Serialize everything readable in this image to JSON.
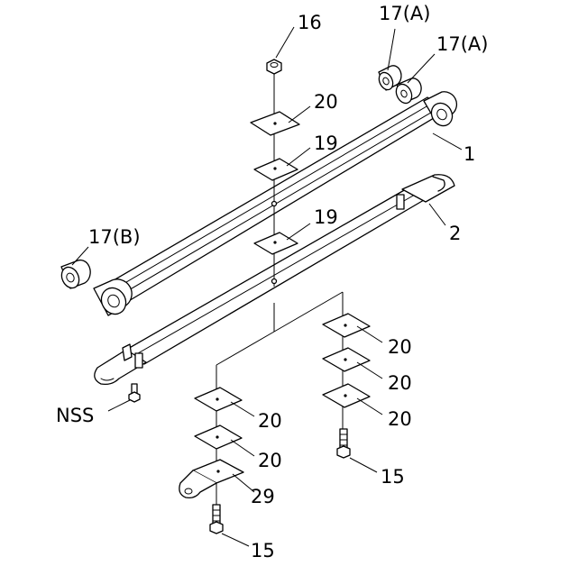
{
  "callouts": {
    "nut_top": "16",
    "bushing_a_upper": "17(A)",
    "bushing_a_lower": "17(A)",
    "plate_top": "20",
    "shim_upper": "19",
    "main_leaf": "1",
    "shim_lower": "19",
    "helper_leaf": "2",
    "bushing_b": "17(B)",
    "nss": "NSS",
    "plate_right_1": "20",
    "plate_right_2": "20",
    "plate_right_3": "20",
    "plate_left_1": "20",
    "plate_left_2": "20",
    "bracket": "29",
    "bolt_right": "15",
    "bolt_left": "15"
  }
}
